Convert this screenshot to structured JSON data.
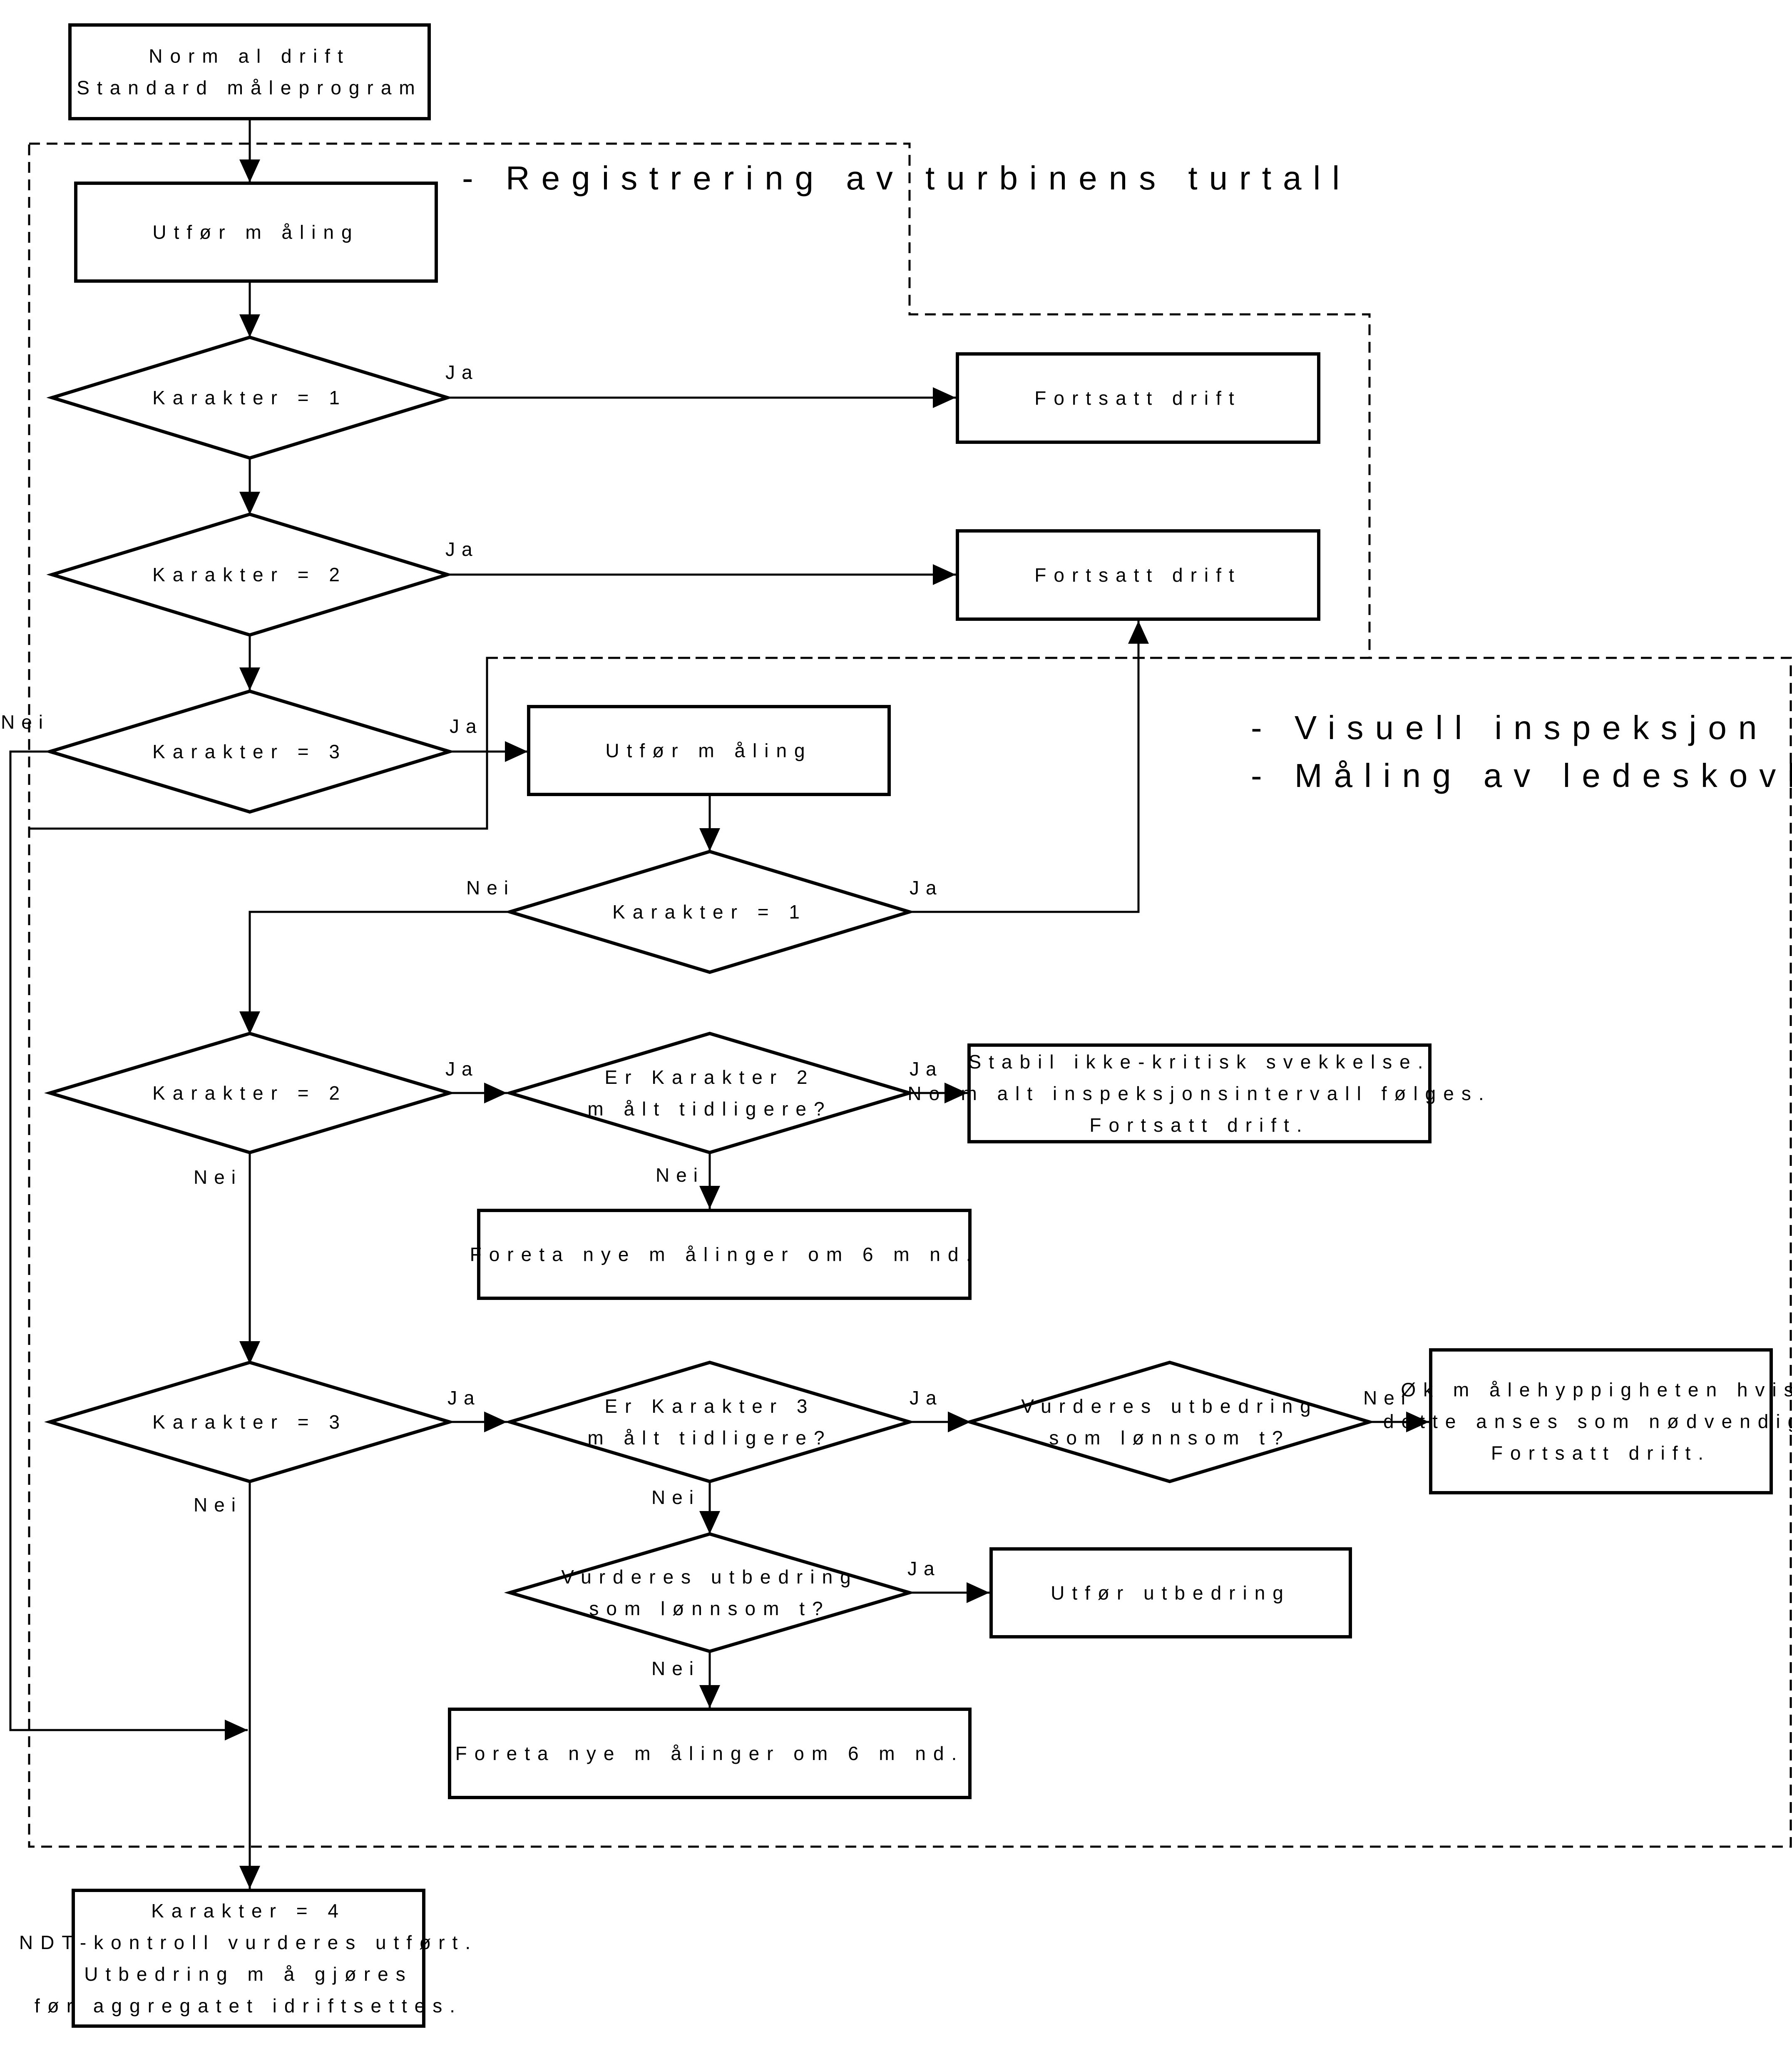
{
  "nodes": {
    "start": [
      "Norm al drift",
      "Standard måleprogram"
    ],
    "measure1": [
      "Utfør m åling"
    ],
    "k1_top": [
      "Karakter = 1"
    ],
    "k2_top": [
      "Karakter = 2"
    ],
    "k3_top": [
      "Karakter = 3"
    ],
    "cont1": [
      "Fortsatt drift"
    ],
    "cont2": [
      "Fortsatt drift"
    ],
    "measure2": [
      "Utfør m åling"
    ],
    "k1_mid": [
      "Karakter = 1"
    ],
    "k2_mid": [
      "Karakter = 2"
    ],
    "k2_before": [
      "Er Karakter 2",
      "m ålt tidligere?"
    ],
    "stable": [
      "Stabil ikke-kritisk svekkelse.",
      "Norm alt inspeksjonsintervall følges.",
      "Fortsatt drift."
    ],
    "new6_a": [
      "Foreta nye m ålinger om 6 m nd."
    ],
    "k3_mid": [
      "Karakter = 3"
    ],
    "k3_before": [
      "Er Karakter 3",
      "m ålt tidligere?"
    ],
    "worth_a": [
      "Vurderes utbedring",
      "som lønnsom t?"
    ],
    "increase": [
      "Øk m ålehyppigheten hvis",
      "dette anses som nødvendig.",
      "Fortsatt drift."
    ],
    "worth_b": [
      "Vurderes utbedring",
      "som lønnsom t?"
    ],
    "repair": [
      "Utfør utbedring"
    ],
    "new6_b": [
      "Foreta nye m ålinger om 6 m nd."
    ],
    "k4": [
      "Karakter = 4",
      "NDT-kontroll vurderes utført.",
      "Utbedring m å gjøres",
      "før aggregatet idriftsettes."
    ]
  },
  "edge_labels": {
    "yes": "Ja",
    "no": "Nei"
  },
  "regions": {
    "speed": [
      "- Registrering av turbinens turtall"
    ],
    "visual": [
      "- Visuell inspeksjon",
      "- Måling av ledeskovlklaring"
    ]
  }
}
